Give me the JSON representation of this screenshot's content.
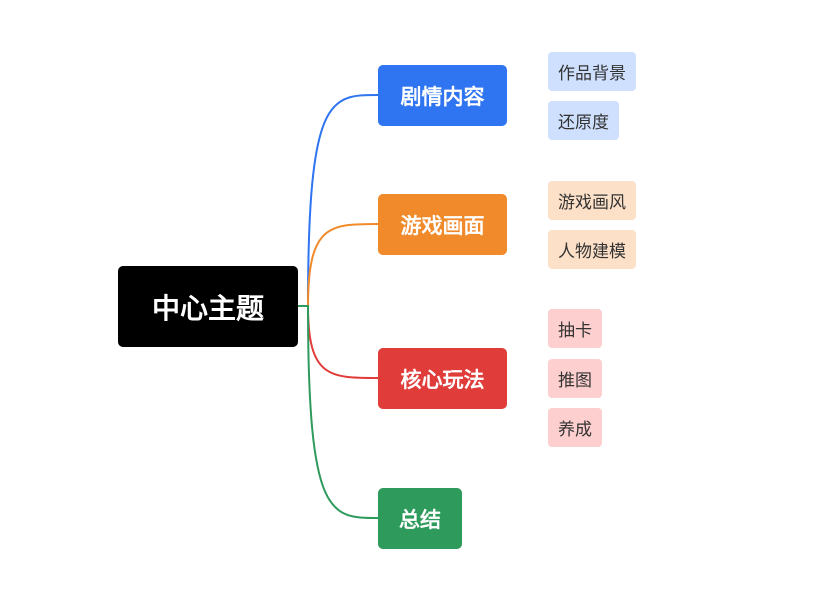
{
  "root": {
    "label": "中心主题",
    "color": "#000000"
  },
  "branches": [
    {
      "label": "剧情内容",
      "color": "#2f74f0",
      "light": "#cfe0ff",
      "children": [
        "作品背景",
        "还原度"
      ]
    },
    {
      "label": "游戏画面",
      "color": "#f08a2a",
      "light": "#fde0c8",
      "children": [
        "游戏画风",
        "人物建模"
      ]
    },
    {
      "label": "核心玩法",
      "color": "#e03d3a",
      "light": "#fdd0cf",
      "children": [
        "抽卡",
        "推图",
        "养成"
      ]
    },
    {
      "label": "总结",
      "color": "#2e9a5c",
      "light": "#d3eedd",
      "children": []
    }
  ]
}
